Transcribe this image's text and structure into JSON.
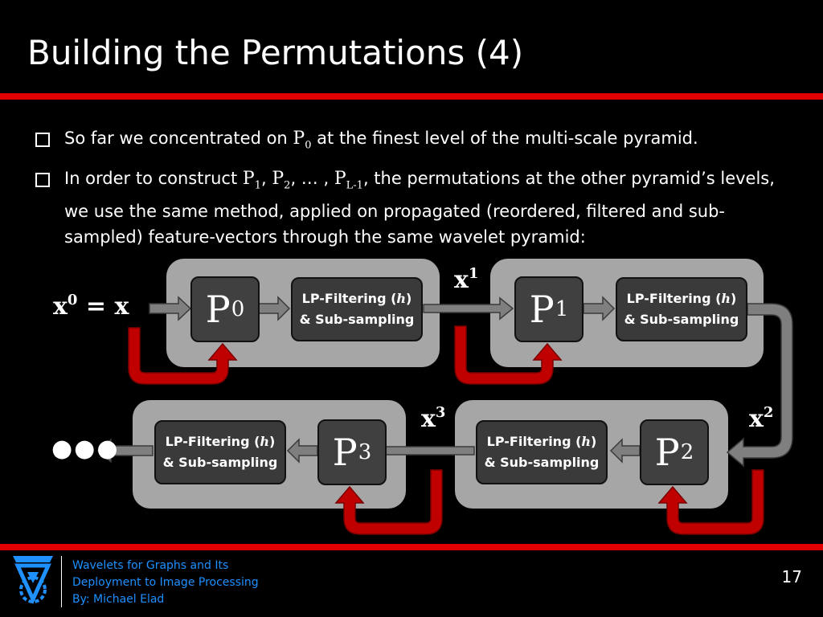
{
  "slide": {
    "title": "Building the Permutations (4)",
    "page_number": "17"
  },
  "bullets": {
    "b1_a": "So far we concentrated on ",
    "b1_p": "P",
    "b1_sub": "0",
    "b1_b": " at the finest level of the multi-scale pyramid.",
    "b2_a": "In order to construct ",
    "b2_p1": "P",
    "b2_sub1": "1",
    "b2_comma1": ", ",
    "b2_p2": "P",
    "b2_sub2": "2",
    "b2_ellipsis": ", … , ",
    "b2_p3": "P",
    "b2_sub3": "L-1",
    "b2_b": ", the permutations at the other pyramid’s levels, we use the same method, applied on propagated (reordered, filtered and sub-sampled) feature-vectors through the same wavelet pyramid:"
  },
  "diagram": {
    "input_label": "x",
    "input_sup": "0",
    "input_eq": " = x",
    "x1_label": "x",
    "x1_sup": "1",
    "x2_label": "x",
    "x2_sup": "2",
    "x3_label": "x",
    "x3_sup": "3",
    "continuation": "●●●",
    "p_letter": "P",
    "p0_sub": "0",
    "p1_sub": "1",
    "p2_sub": "2",
    "p3_sub": "3",
    "lp_line1_a": "LP-Filtering (",
    "lp_line1_h": "h",
    "lp_line1_b": ")",
    "lp_line2": "& Sub-sampling",
    "colors": {
      "panel": "#a6a6a6",
      "block": "#404040",
      "feedback_arrow": "#c00000",
      "flow_arrow": "#7f7f7f"
    }
  },
  "footer": {
    "line1": "Wavelets for Graphs and Its",
    "line2": "Deployment to Image Processing",
    "line3": "By: Michael Elad",
    "logo_icon": "technion-logo-icon",
    "color": "#1e90ff"
  }
}
